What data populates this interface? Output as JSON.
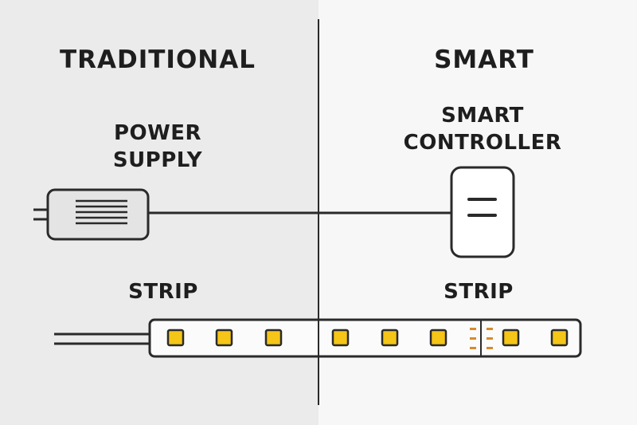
{
  "headings": {
    "traditional": "TRADITIONAL",
    "smart": "SMART"
  },
  "labels": {
    "power_supply_line1": "POWER",
    "power_supply_line2": "SUPPLY",
    "smart_controller_line1": "SMART",
    "smart_controller_line2": "CONTROLLER",
    "strip_left": "STRIP",
    "strip_right": "STRIP"
  },
  "colors": {
    "left_bg": "#ebebeb",
    "right_bg": "#f7f7f7",
    "line": "#2a2a2a",
    "led": "#f5c518",
    "cut_mark": "#d98a2b",
    "power_supply_fill": "#e4e4e4",
    "controller_fill": "#ffffff"
  },
  "strip": {
    "led_count": 8,
    "cut_point_after_led": 6
  }
}
